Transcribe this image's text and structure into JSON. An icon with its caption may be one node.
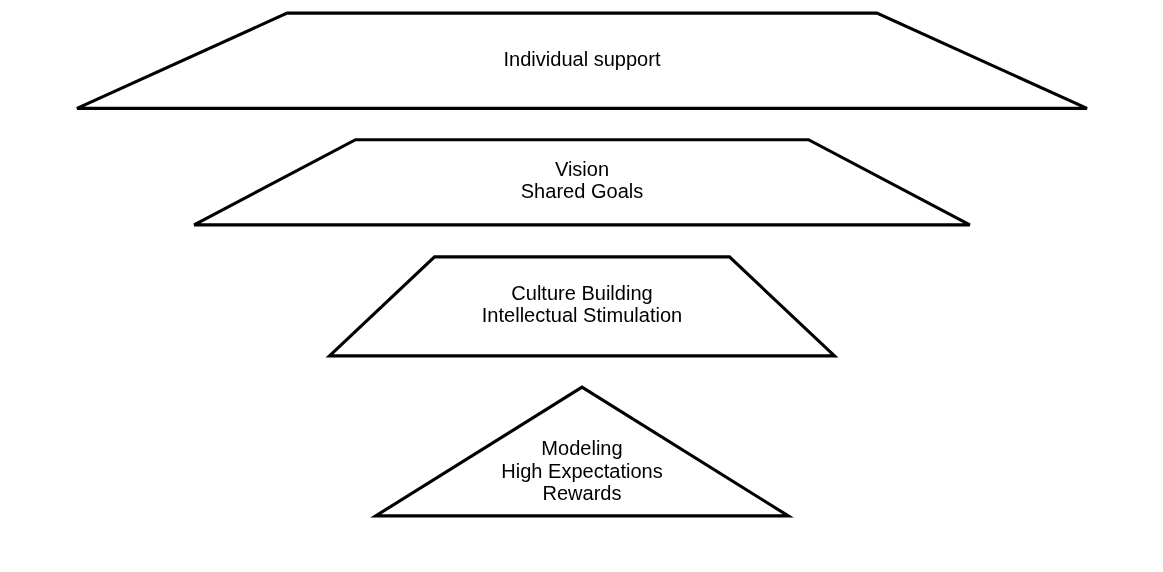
{
  "diagram": {
    "nodes": [
      {
        "text": [
          "Modeling",
          "High Expectations",
          "Rewards"
        ]
      },
      {
        "text": [
          "Culture Building",
          "Intellectual Stimulation"
        ]
      },
      {
        "text": [
          "Vision",
          "Shared Goals"
        ]
      },
      {
        "text": [
          "Individual support"
        ]
      }
    ]
  }
}
